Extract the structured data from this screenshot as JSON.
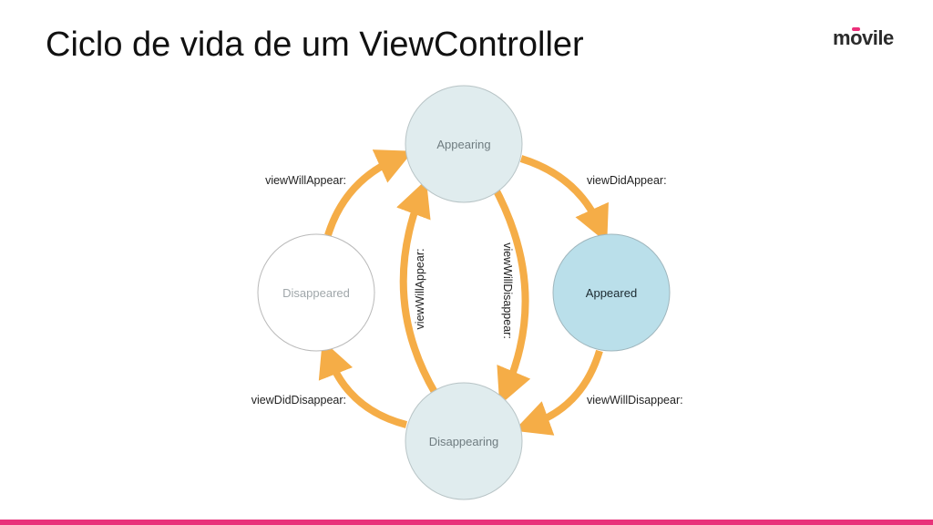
{
  "title": "Ciclo de vida de um ViewController",
  "logo": {
    "text": "movile",
    "accent": "#e8327a"
  },
  "colors": {
    "arrow": "#f5ad47",
    "state_fill": "#e0ecee",
    "appeared_fill": "#badfea",
    "disappeared_fill": "#ffffff",
    "accent_bar": "#e8327a"
  },
  "states": {
    "appearing": "Appearing",
    "appeared": "Appeared",
    "disappearing": "Disappearing",
    "disappeared": "Disappeared"
  },
  "transitions": {
    "disappeared_to_appearing": "viewWillAppear:",
    "appearing_to_appeared": "viewDidAppear:",
    "appeared_to_disappearing": "viewWillDisappear:",
    "disappearing_to_disappeared": "viewDidDisappear:",
    "disappearing_to_appearing": "viewWillAppear:",
    "appearing_to_disappearing": "viewWillDisappear:"
  }
}
